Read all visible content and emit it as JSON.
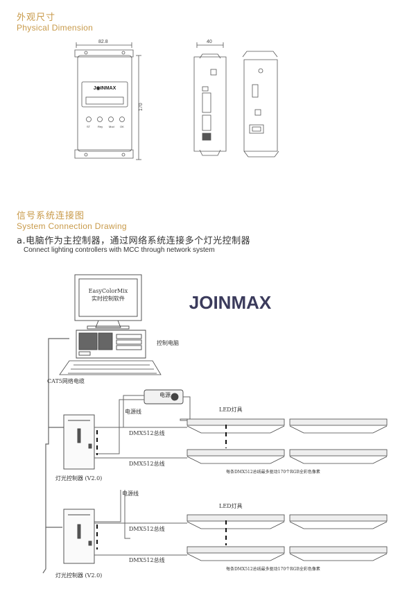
{
  "sections": {
    "physical": {
      "title_cn": "外观尺寸",
      "title_en": "Physical Dimension"
    },
    "connection": {
      "title_cn": "信号系统连接图",
      "title_en": "System Connection Drawing",
      "subtitle_cn": "a.电脑作为主控制器，通过网络系统连接多个灯光控制器",
      "subtitle_en": "Connect lighting controllers with  MCC through network system"
    }
  },
  "dimensions": {
    "width": "82.8",
    "height": "170",
    "depth": "40"
  },
  "device_front": {
    "brand": "J🅞INMAX",
    "buttons": [
      "ST",
      "Rey",
      "Mod",
      "OK"
    ]
  },
  "diagram": {
    "logo": "JOINMAX",
    "monitor_line1": "EasyColorMix",
    "monitor_line2": "实时控制软件",
    "pc_label": "控制电脑",
    "cable_label": "CAT5网络电缆",
    "power_label": "电源",
    "power_line_label": "电源线",
    "led_label": "LED灯具",
    "dmx_label": "DMX512总线",
    "controller_label": "灯光控制器 (V2.0)",
    "note": "每条DMX512总线最多驱动170个RGB全彩色像素"
  }
}
